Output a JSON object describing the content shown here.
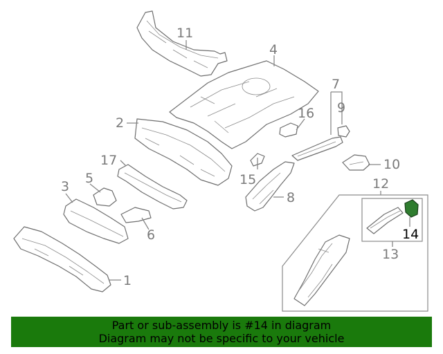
{
  "callouts": {
    "c1": "1",
    "c2": "2",
    "c3": "3",
    "c4": "4",
    "c5": "5",
    "c6": "6",
    "c7": "7",
    "c8": "8",
    "c9": "9",
    "c10": "10",
    "c11": "11",
    "c12": "12",
    "c13": "13",
    "c14": "14",
    "c15": "15",
    "c16": "16",
    "c17": "17"
  },
  "highlight_part": "14",
  "colors": {
    "banner": "#1a7a0c",
    "highlight": "#2f7d2f"
  },
  "banner": {
    "line1": "Part or sub-assembly is #14 in diagram",
    "line2": "Diagram may not be specific to your vehicle"
  }
}
